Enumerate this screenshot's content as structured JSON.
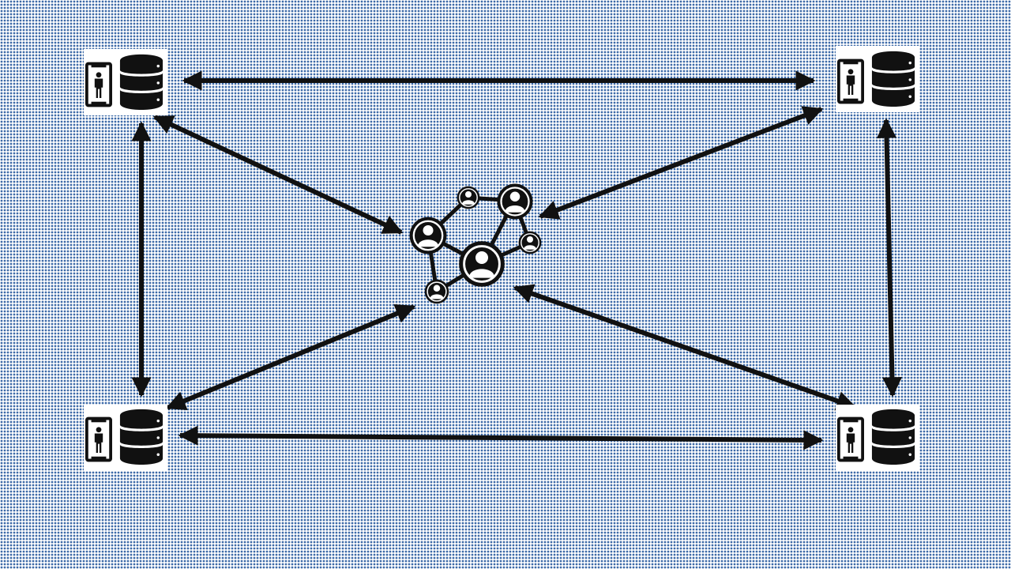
{
  "diagram": {
    "background_pattern": "blue-white-dot-grid",
    "colors": {
      "pattern": "#3d6aa8",
      "ink": "#111111",
      "paper": "#ffffff"
    },
    "nodes": [
      {
        "id": "node-top-left",
        "icons": [
          "mobile-person-icon",
          "database-icon"
        ]
      },
      {
        "id": "node-top-right",
        "icons": [
          "mobile-person-icon",
          "database-icon"
        ]
      },
      {
        "id": "node-bottom-left",
        "icons": [
          "mobile-person-icon",
          "database-icon"
        ]
      },
      {
        "id": "node-bottom-right",
        "icons": [
          "mobile-person-icon",
          "database-icon"
        ]
      },
      {
        "id": "network-hub",
        "icons": [
          "user-network-icon"
        ]
      }
    ],
    "edges": [
      {
        "from": "node-top-left",
        "to": "node-top-right",
        "direction": "both"
      },
      {
        "from": "node-bottom-left",
        "to": "node-bottom-right",
        "direction": "both"
      },
      {
        "from": "node-top-left",
        "to": "node-bottom-left",
        "direction": "both"
      },
      {
        "from": "node-top-right",
        "to": "node-bottom-right",
        "direction": "both"
      },
      {
        "from": "node-top-left",
        "to": "network-hub",
        "direction": "both"
      },
      {
        "from": "node-top-right",
        "to": "network-hub",
        "direction": "both"
      },
      {
        "from": "node-bottom-left",
        "to": "network-hub",
        "direction": "both"
      },
      {
        "from": "node-bottom-right",
        "to": "network-hub",
        "direction": "both"
      }
    ]
  }
}
